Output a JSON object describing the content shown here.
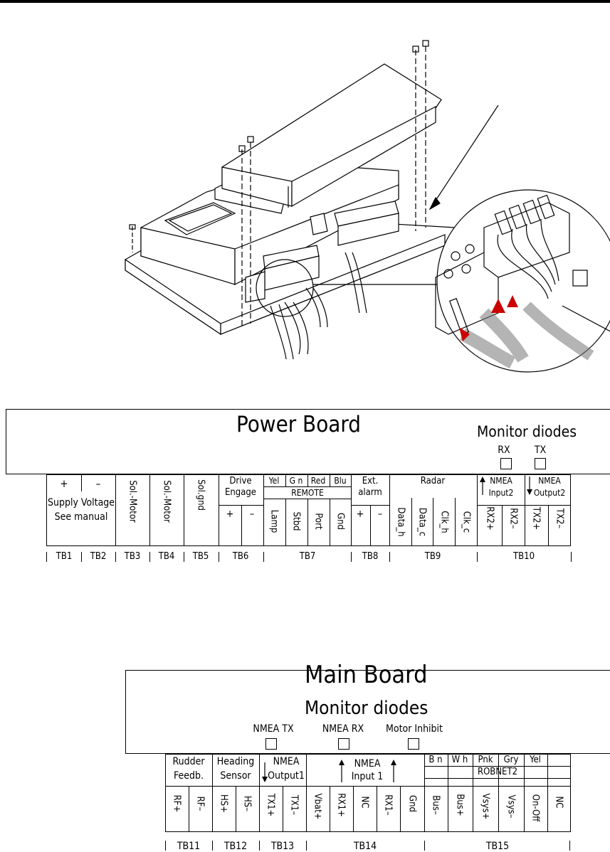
{
  "power_board": {
    "title": "Power Board",
    "monitor_title": "Monitor diodes",
    "diodes": [
      "RX",
      "TX"
    ],
    "tb1": {
      "symbol": "+"
    },
    "tb2": {
      "symbol": "–"
    },
    "supply_voltage": "Supply Voltage",
    "see_manual": "See manual",
    "tb3": "Sol.-Motor",
    "tb4": "Sol.-Motor",
    "tb5": "Sol.gnd",
    "drive_engage": [
      "Drive",
      "Engage"
    ],
    "tb6_pins": [
      "+",
      "–"
    ],
    "remote_colors": [
      "Yel",
      "G n",
      "Red",
      "Blu"
    ],
    "remote_label": "REMOTE",
    "tb7_pins": [
      "Lamp",
      "Stbd",
      "Port",
      "Gnd"
    ],
    "ext_alarm": [
      "Ext.",
      "alarm"
    ],
    "tb8_pins": [
      "+",
      "–"
    ],
    "radar_label": "Radar",
    "tb9_pins": [
      "Data_h",
      "Data_c",
      "Clk_h",
      "Clk_c"
    ],
    "nmea_input2": [
      "NMEA",
      "Input2"
    ],
    "nmea_output2": [
      "NMEA",
      "Output2"
    ],
    "tb10_pins": [
      "RX2+",
      "RX2–",
      "TX2+",
      "TX2–"
    ],
    "tb_labels": [
      "TB1",
      "TB2",
      "TB3",
      "TB4",
      "TB5",
      "TB6",
      "TB7",
      "TB8",
      "TB9",
      "TB10"
    ]
  },
  "main_board": {
    "title": "Main Board",
    "monitor_title": "Monitor diodes",
    "diodes": [
      "NMEA TX",
      "NMEA RX",
      "Motor Inhibit"
    ],
    "rudder": [
      "Rudder",
      "Feedb."
    ],
    "tb11_pins": [
      "RF+",
      "RF–"
    ],
    "heading": [
      "Heading",
      "Sensor"
    ],
    "tb12_pins": [
      "HS+",
      "HS–"
    ],
    "nmea_output1": [
      "NMEA",
      "Output1"
    ],
    "tb13_pins": [
      "TX1+",
      "TX1–"
    ],
    "nmea_input1": [
      "NMEA",
      "Input 1"
    ],
    "tb14_pins": [
      "Vbat+",
      "RX1+",
      "NC",
      "RX1–",
      "Gnd"
    ],
    "robnet_colors": [
      "B n",
      "W h",
      "Pnk",
      "Gry",
      "Yel"
    ],
    "robnet_label": "ROBNET2",
    "tb15_pins": [
      "Bus–",
      "Bus+",
      "Vsys+",
      "Vsys–",
      "On-Off",
      "NC"
    ],
    "tb_labels": [
      "TB11",
      "TB12",
      "TB13",
      "TB14",
      "TB15"
    ]
  }
}
